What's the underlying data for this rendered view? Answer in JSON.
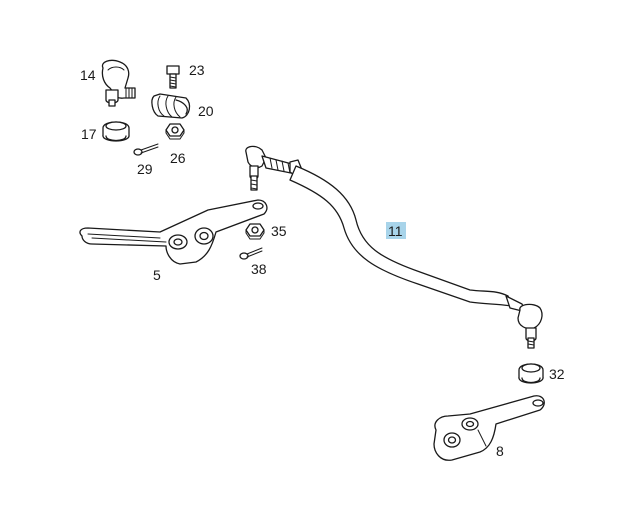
{
  "callouts": {
    "p14": "14",
    "p23": "23",
    "p20": "20",
    "p17": "17",
    "p26": "26",
    "p29": "29",
    "p11": "11",
    "p35": "35",
    "p38": "38",
    "p5": "5",
    "p32": "32",
    "p8": "8"
  },
  "highlighted_callout": "p11",
  "colors": {
    "line": "#1a1a1a",
    "highlight": "#a8d4ea",
    "background": "#ffffff"
  }
}
